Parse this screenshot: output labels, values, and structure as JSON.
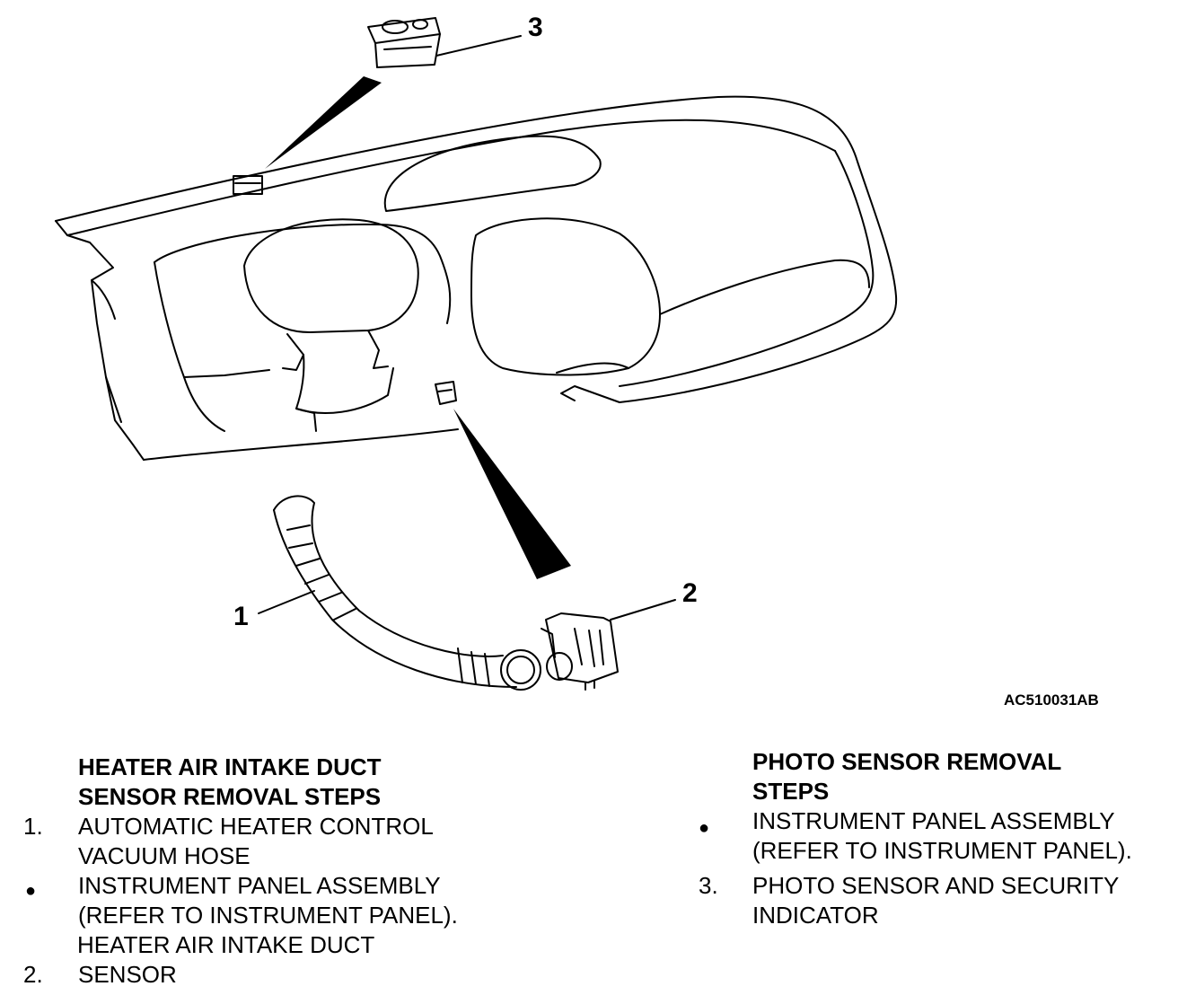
{
  "callouts": {
    "c1": "1",
    "c2": "2",
    "c3": "3"
  },
  "figure_code": "AC510031AB",
  "left_column": {
    "heading_line1": "HEATER AIR INTAKE DUCT",
    "heading_line2": "SENSOR REMOVAL STEPS",
    "step1_number": "1.",
    "step1_line1": "AUTOMATIC HEATER CONTROL",
    "step1_line2": "VACUUM HOSE",
    "bullet_symbol": "●",
    "bullet_line1": "INSTRUMENT PANEL ASSEMBLY",
    "bullet_line2": "(REFER TO INSTRUMENT PANEL).",
    "bullet_line3": "HEATER AIR INTAKE DUCT",
    "step2_number": "2.",
    "step2_line1": "SENSOR"
  },
  "right_column": {
    "heading_line1": "PHOTO SENSOR REMOVAL",
    "heading_line2": "STEPS",
    "bullet_symbol": "●",
    "bullet_line1": "INSTRUMENT PANEL ASSEMBLY",
    "bullet_line2": "(REFER TO INSTRUMENT PANEL).",
    "step3_number": "3.",
    "step3_line1": "PHOTO SENSOR AND SECURITY",
    "step3_line2": "INDICATOR"
  }
}
